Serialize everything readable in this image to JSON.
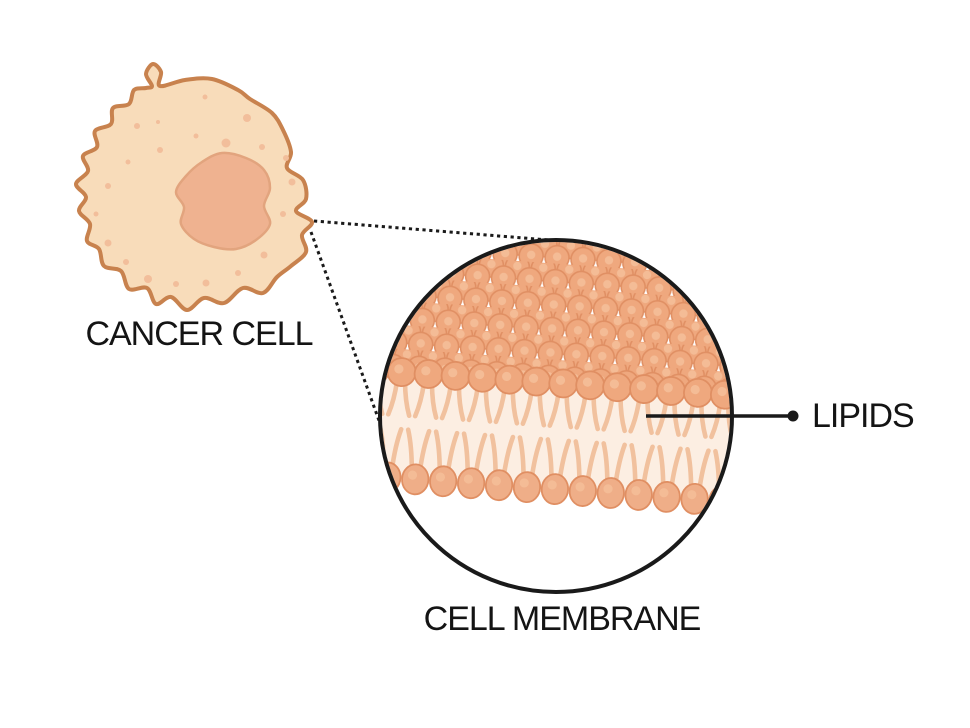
{
  "diagram": {
    "cancer_cell": {
      "label": "CANCER CELL"
    },
    "membrane_lens": {
      "label": "CELL MEMBRANE"
    },
    "lipids_callout": {
      "label": "LIPIDS"
    },
    "colors": {
      "background": "#FFFFFF",
      "cell_fill": "#F8DCBA",
      "cell_outline": "#C8824E",
      "nucleus_fill": "#EFB290",
      "nucleus_outline": "#E2A47E",
      "speckle": "#F2BE9B",
      "head_fill": "#EFA87E",
      "head_outline": "#E08F63",
      "head_highlight": "#F4BC96",
      "head_fill_bottom": "#EFAE88",
      "tail": "#F1C19E",
      "band_bg": "#FCEEE2",
      "line": "#1A1A1A",
      "label_text": "#141414"
    }
  }
}
